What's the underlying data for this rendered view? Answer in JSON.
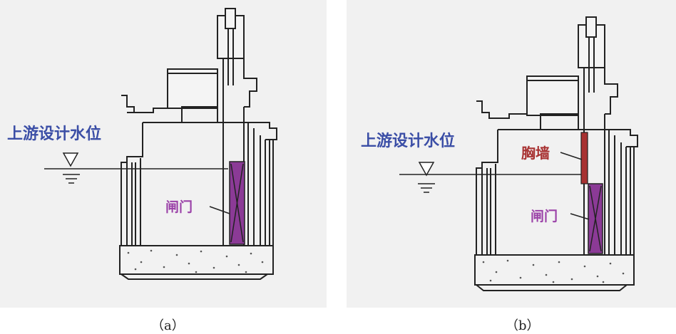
{
  "panel_a": {
    "upstream_label": "上游设计水位",
    "gate_label": "闸门",
    "caption": "（a）"
  },
  "panel_b": {
    "upstream_label": "上游设计水位",
    "breast_wall_label": "胸墙",
    "gate_label": "闸门",
    "caption": "（b）"
  },
  "colors": {
    "label_blue": "#3b4ea6",
    "gate_purple": "#8b3a96",
    "breast_wall_red": "#a83232",
    "structure_line": "#222222"
  }
}
